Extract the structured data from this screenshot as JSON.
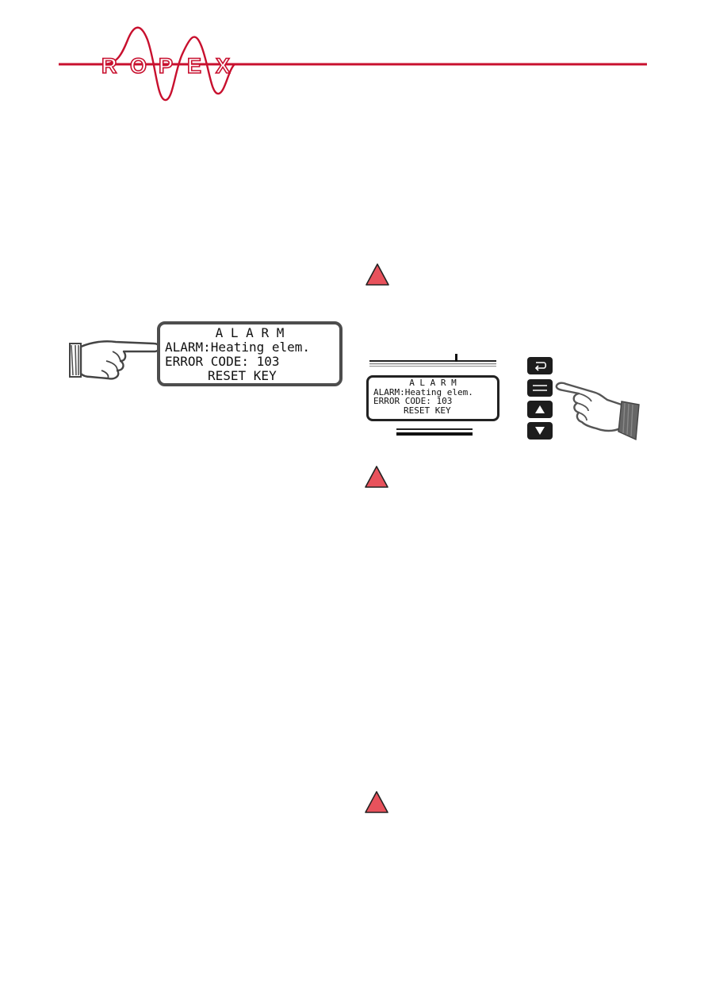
{
  "brand": {
    "letters": [
      "R",
      "O",
      "P",
      "E",
      "X"
    ],
    "color": "#c8102e"
  },
  "display_left": {
    "line1": "A L A R M",
    "line2": "ALARM:Heating elem.",
    "line3": "ERROR CODE: 103",
    "line4": "RESET KEY"
  },
  "display_right": {
    "line1": "A L A R M",
    "line2": "ALARM:Heating elem.",
    "line3": "ERROR CODE: 103",
    "line4": "RESET KEY"
  },
  "keys": [
    "return-icon",
    "enter-icon",
    "arrow-up-icon",
    "arrow-down-icon"
  ],
  "warning_color": "#e8525c",
  "icons": [
    "pointing-hand-icon",
    "warning-triangle-icon"
  ]
}
